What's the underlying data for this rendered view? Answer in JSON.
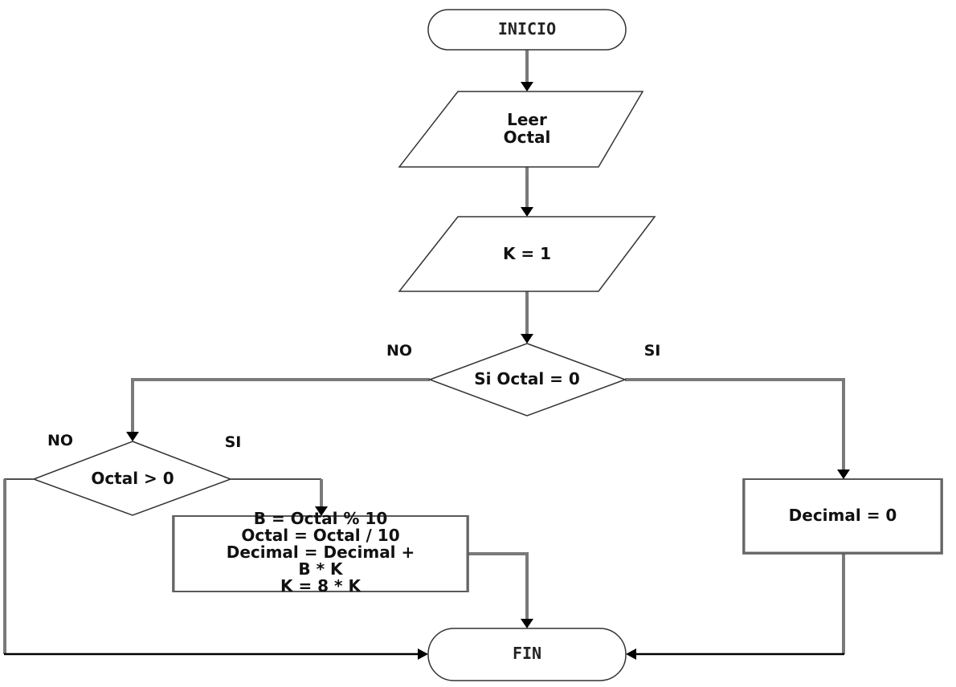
{
  "diagram": {
    "type": "flowchart",
    "nodes": {
      "start": {
        "shape": "terminal",
        "label": "INICIO"
      },
      "read_octal": {
        "shape": "input-output",
        "lines": [
          "Leer",
          "Octal"
        ]
      },
      "init_k": {
        "shape": "input-output",
        "label": "K = 1"
      },
      "check_zero": {
        "shape": "decision",
        "label": "Si Octal = 0",
        "no_label": "NO",
        "yes_label": "SI"
      },
      "check_positive": {
        "shape": "decision",
        "label": "Octal > 0",
        "no_label": "NO",
        "yes_label": "SI"
      },
      "loop_body": {
        "shape": "process",
        "lines": [
          "B = Octal % 10",
          "Octal = Octal / 10",
          "Decimal = Decimal +",
          "B * K",
          "K = 8 * K"
        ]
      },
      "set_zero": {
        "shape": "process",
        "label": "Decimal = 0"
      },
      "end": {
        "shape": "terminal",
        "label": "FIN"
      }
    },
    "edges": [
      {
        "from": "start",
        "to": "read_octal"
      },
      {
        "from": "read_octal",
        "to": "init_k"
      },
      {
        "from": "init_k",
        "to": "check_zero"
      },
      {
        "from": "check_zero",
        "to": "check_positive",
        "label": "NO"
      },
      {
        "from": "check_zero",
        "to": "set_zero",
        "label": "SI"
      },
      {
        "from": "check_positive",
        "to": "loop_body",
        "label": "SI"
      },
      {
        "from": "check_positive",
        "to": "end",
        "label": "NO"
      },
      {
        "from": "loop_body",
        "to": "end"
      },
      {
        "from": "set_zero",
        "to": "end"
      }
    ]
  }
}
